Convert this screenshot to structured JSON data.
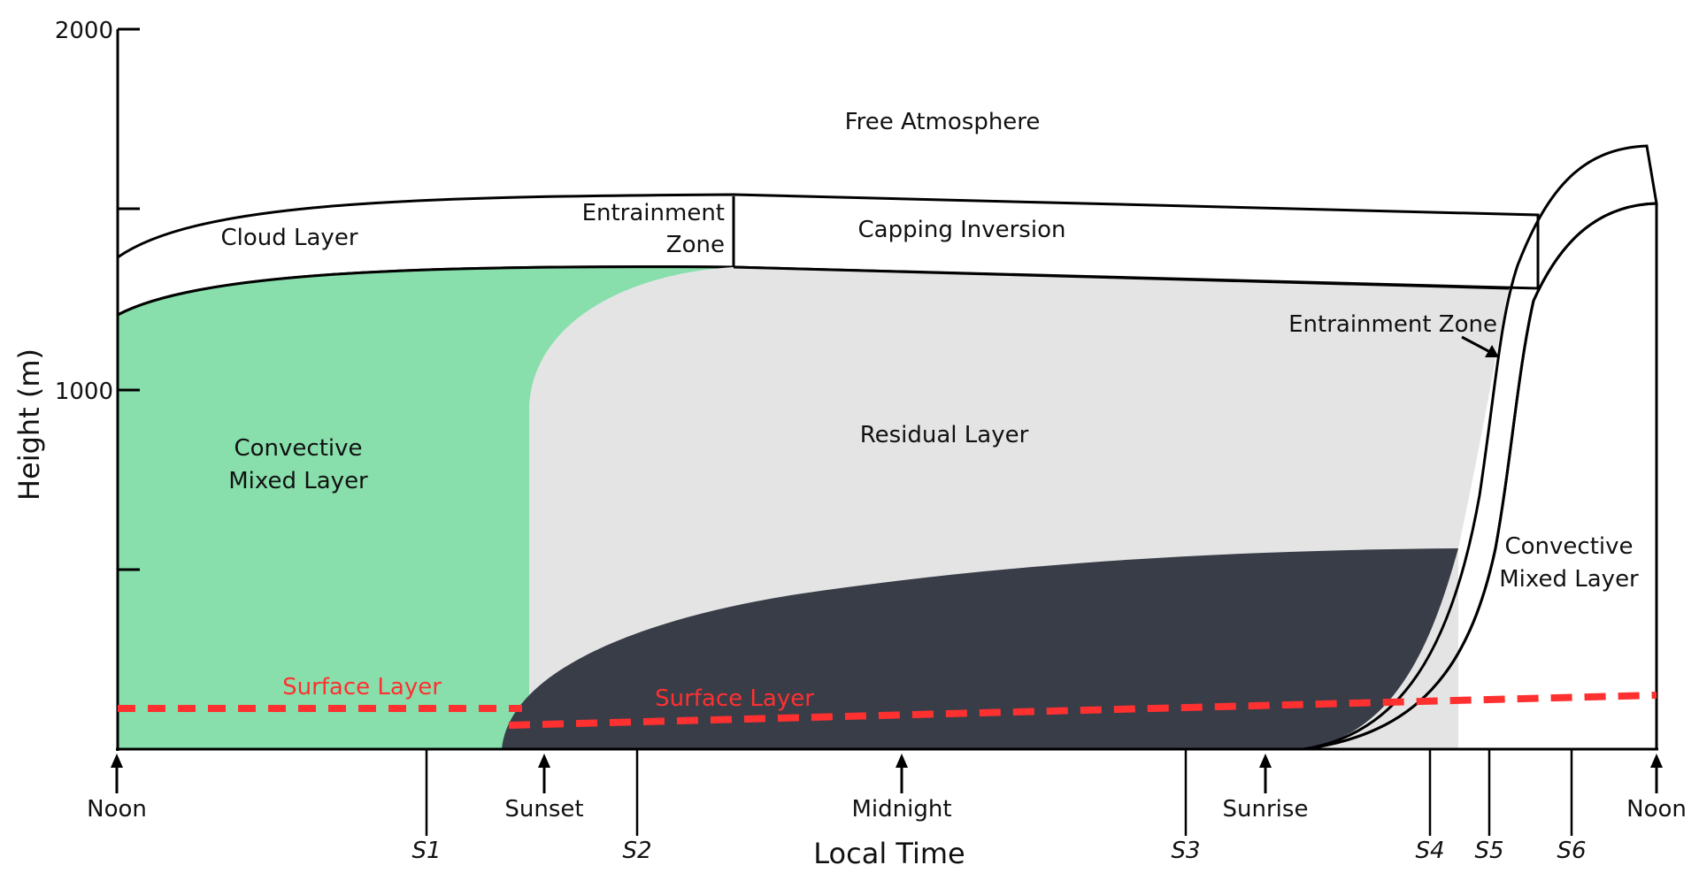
{
  "diagram": {
    "title": "Atmospheric Boundary Layer Diurnal Evolution",
    "colors": {
      "convective_mixed_layer": "#88dfac",
      "residual_layer": "#e4e4e4",
      "stable_boundary_layer": "#383d48",
      "entrainment_zone": "#f1f1f1",
      "surface_layer_line": "#ff3030",
      "outline": "#000000",
      "background": "#ffffff"
    },
    "y_axis": {
      "label": "Height (m)",
      "range_m": [
        0,
        2000
      ],
      "tick_values_m": [
        500,
        1000,
        1500,
        2000
      ],
      "tick_labels": [
        "1000",
        "2000"
      ]
    },
    "x_axis": {
      "label": "Local Time",
      "events": [
        {
          "label": "Noon",
          "kind": "arrow"
        },
        {
          "label": "Sunset",
          "kind": "arrow"
        },
        {
          "label": "Midnight",
          "kind": "arrow"
        },
        {
          "label": "Sunrise",
          "kind": "arrow"
        },
        {
          "label": "Noon",
          "kind": "arrow"
        }
      ],
      "stations": [
        "S1",
        "S2",
        "S3",
        "S4",
        "S5",
        "S6"
      ]
    },
    "regions": {
      "free_atmosphere": "Free Atmosphere",
      "cloud_layer": "Cloud Layer",
      "entrainment_zone_line1": "Entrainment",
      "entrainment_zone_line2": "Zone",
      "capping_inversion": "Capping Inversion",
      "residual_layer": "Residual Layer",
      "cml_left_line1": "Convective",
      "cml_left_line2": "Mixed Layer",
      "cml_right_line1": "Convective",
      "cml_right_line2": "Mixed Layer",
      "entrainment_zone_right": "Entrainment Zone",
      "surface_layer_left": "Surface Layer",
      "surface_layer_night": "Surface Layer"
    }
  }
}
